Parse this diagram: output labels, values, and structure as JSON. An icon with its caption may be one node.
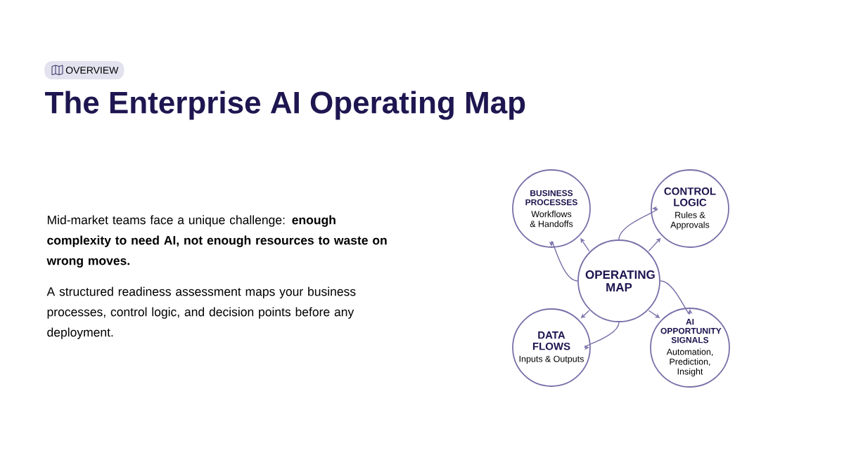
{
  "diagram": {
    "title": "The Enterprise AI Operating Map",
    "nodes": [
      {
        "text": [
          "OVERVIEW"
        ]
      },
      {
        "text": [
          "BUSINESS PROCESSES",
          "Workflows & Handoffs"
        ]
      },
      {
        "text": [
          "CONTROL LOGIC",
          "Rules & Approvals"
        ]
      },
      {
        "text": [
          "OPERATING MAP"
        ]
      },
      {
        "text": [
          "DATA FLOWS",
          "Inputs & Outputs"
        ]
      },
      {
        "text": [
          "AI OPPORTUNITY SIGNALS",
          "Automation, Prediction, Insight"
        ]
      }
    ],
    "edges": [
      {
        "from": 3,
        "to": 1,
        "arrow": "to"
      },
      {
        "from": 3,
        "to": 1,
        "arrow": "to"
      },
      {
        "from": 3,
        "to": 2,
        "arrow": "to"
      },
      {
        "from": 3,
        "to": 2,
        "arrow": "to"
      },
      {
        "from": 3,
        "to": 5,
        "arrow": "to"
      },
      {
        "from": 3,
        "to": 5,
        "arrow": "to"
      },
      {
        "from": 3,
        "to": 4,
        "arrow": "to"
      },
      {
        "from": 3,
        "to": 4,
        "arrow": "to"
      }
    ],
    "labels": [
      "Mid-market teams face a unique challenge: **enough complexity to need AI, not enough resources to waste on wrong moves.**",
      "A structured readiness assessment maps your business processes, control logic, and decision points before any deployment."
    ]
  }
}
